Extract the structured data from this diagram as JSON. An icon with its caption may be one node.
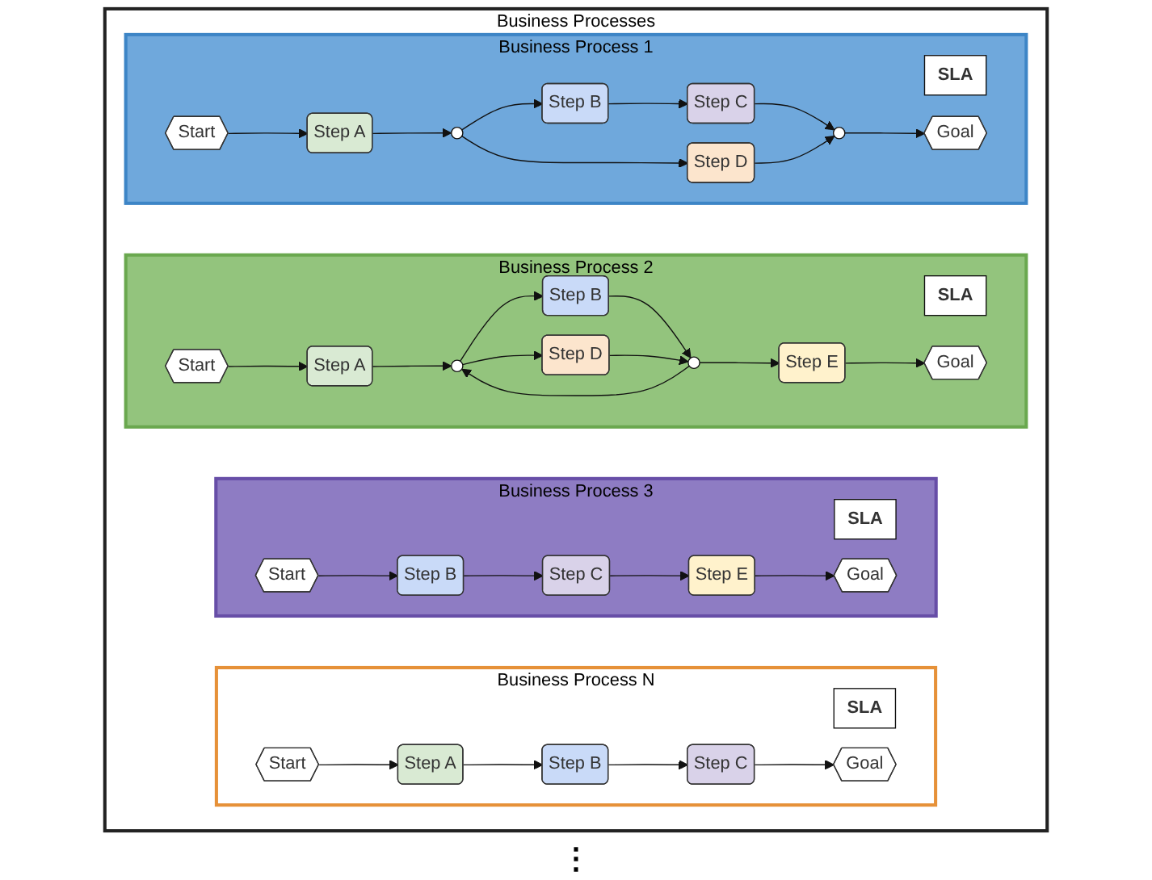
{
  "diagram": {
    "nodes": [
      {
        "text": [
          "Business Processes"
        ]
      },
      {
        "text": [
          "Business Process 1"
        ],
        "in": 0
      },
      {
        "text": [
          "SLA"
        ],
        "in": 1
      },
      {
        "text": [
          "Start"
        ],
        "in": 1
      },
      {
        "text": [
          "Step A"
        ],
        "in": 1
      },
      {
        "text": [],
        "shape": "circle",
        "in": 1
      },
      {
        "text": [
          "Step B"
        ],
        "in": 1
      },
      {
        "text": [
          "Step C"
        ],
        "in": 1
      },
      {
        "text": [
          "Step D"
        ],
        "in": 1
      },
      {
        "text": [],
        "shape": "circle",
        "in": 1
      },
      {
        "text": [
          "Goal"
        ],
        "in": 1
      },
      {
        "text": [
          "Business Process 2"
        ],
        "in": 0
      },
      {
        "text": [
          "SLA"
        ],
        "in": 11
      },
      {
        "text": [
          "Start"
        ],
        "in": 11
      },
      {
        "text": [
          "Step A"
        ],
        "in": 11
      },
      {
        "text": [],
        "shape": "circle",
        "in": 11
      },
      {
        "text": [
          "Step B"
        ],
        "in": 11
      },
      {
        "text": [
          "Step D"
        ],
        "in": 11
      },
      {
        "text": [],
        "shape": "circle",
        "in": 11
      },
      {
        "text": [
          "Step E"
        ],
        "in": 11
      },
      {
        "text": [
          "Goal"
        ],
        "in": 11
      },
      {
        "text": [
          "Business Process 3"
        ],
        "in": 0
      },
      {
        "text": [
          "SLA"
        ],
        "in": 21
      },
      {
        "text": [
          "Start"
        ],
        "in": 21
      },
      {
        "text": [
          "Step B"
        ],
        "in": 21
      },
      {
        "text": [
          "Step C"
        ],
        "in": 21
      },
      {
        "text": [
          "Step E"
        ],
        "in": 21
      },
      {
        "text": [
          "Goal"
        ],
        "in": 21
      },
      {
        "text": [
          "Business Process N"
        ],
        "in": 0
      },
      {
        "text": [
          "SLA"
        ],
        "in": 28
      },
      {
        "text": [
          "Start"
        ],
        "in": 28
      },
      {
        "text": [
          "Step A"
        ],
        "in": 28
      },
      {
        "text": [
          "Step B"
        ],
        "in": 28
      },
      {
        "text": [
          "Step C"
        ],
        "in": 28
      },
      {
        "text": [
          "Goal"
        ],
        "in": 28
      }
    ],
    "edges": [
      {
        "from": 3,
        "to": 4,
        "arrow": "to"
      },
      {
        "from": 4,
        "to": 5,
        "arrow": "to"
      },
      {
        "from": 5,
        "to": 6,
        "arrow": "to"
      },
      {
        "from": 5,
        "to": 8,
        "arrow": "to"
      },
      {
        "from": 6,
        "to": 7,
        "arrow": "to"
      },
      {
        "from": 7,
        "to": 9,
        "arrow": "to"
      },
      {
        "from": 8,
        "to": 9,
        "arrow": "to"
      },
      {
        "from": 9,
        "to": 10,
        "arrow": "to"
      },
      {
        "from": 13,
        "to": 14,
        "arrow": "to"
      },
      {
        "from": 14,
        "to": 15,
        "arrow": "to"
      },
      {
        "from": 15,
        "to": 16,
        "arrow": "to"
      },
      {
        "from": 15,
        "to": 17,
        "arrow": "to"
      },
      {
        "from": 16,
        "to": 18,
        "arrow": "to"
      },
      {
        "from": 17,
        "to": 18,
        "arrow": "to"
      },
      {
        "from": 18,
        "to": 19,
        "arrow": "to"
      },
      {
        "from": 19,
        "to": 20,
        "arrow": "to"
      },
      {
        "from": 18,
        "to": 15,
        "arrow": "to"
      },
      {
        "from": 23,
        "to": 24,
        "arrow": "to"
      },
      {
        "from": 24,
        "to": 25,
        "arrow": "to"
      },
      {
        "from": 25,
        "to": 26,
        "arrow": "to"
      },
      {
        "from": 26,
        "to": 27,
        "arrow": "to"
      },
      {
        "from": 30,
        "to": 31,
        "arrow": "to"
      },
      {
        "from": 31,
        "to": 32,
        "arrow": "to"
      },
      {
        "from": 32,
        "to": 33,
        "arrow": "to"
      },
      {
        "from": 33,
        "to": 34,
        "arrow": "to"
      }
    ],
    "labels": [
      "⋮"
    ]
  }
}
